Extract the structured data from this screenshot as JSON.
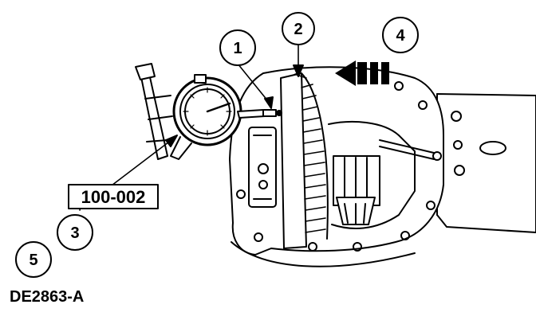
{
  "figure": {
    "id": "DE2863-A",
    "tool_number": "100-002",
    "callouts": [
      "1",
      "2",
      "3",
      "4",
      "5"
    ]
  },
  "icons": [
    "dial-indicator-icon",
    "direction-arrow-icon"
  ],
  "colors": {
    "ink": "#000000",
    "paper": "#ffffff"
  }
}
